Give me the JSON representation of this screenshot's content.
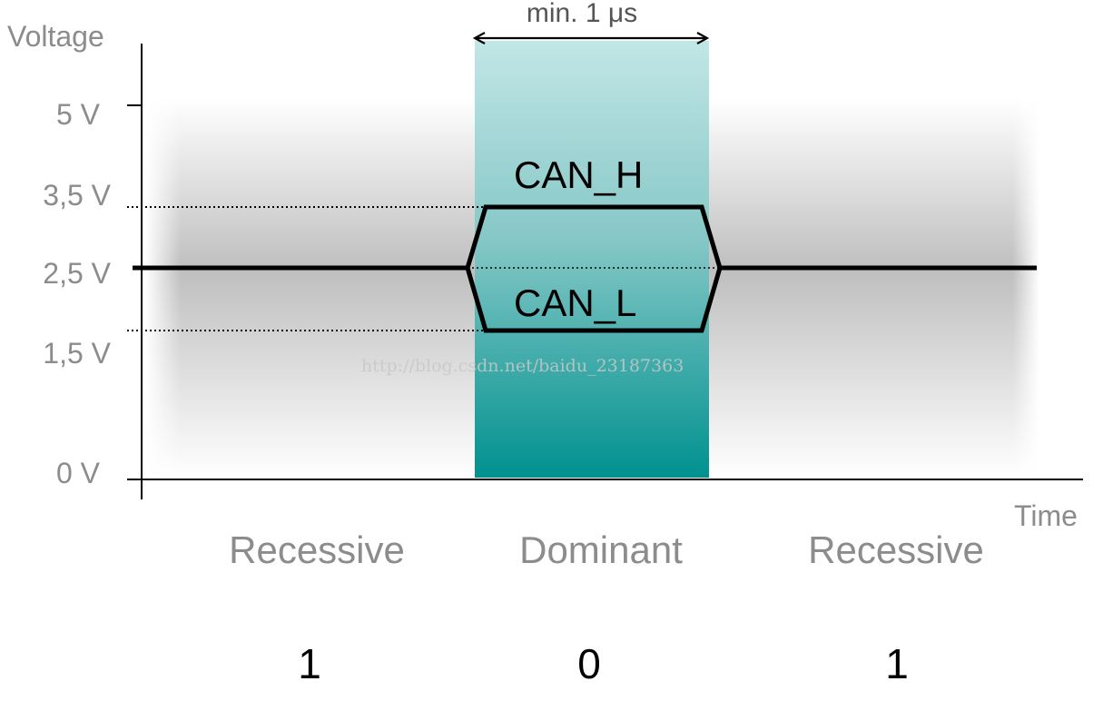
{
  "y_axis_title": "Voltage",
  "x_axis_title": "Time",
  "y_ticks": [
    "5 V",
    "3,5 V",
    "2,5 V",
    "1,5 V",
    "0 V"
  ],
  "duration_label": "min. 1 μs",
  "signals": {
    "high": "CAN_H",
    "low": "CAN_L"
  },
  "states": [
    "Recessive",
    "Dominant",
    "Recessive"
  ],
  "bits": [
    "1",
    "0",
    "1"
  ],
  "watermark": "http://blog.csdn.net/baidu_23187363",
  "colors": {
    "dominant_band_top": "#c2e6e6",
    "dominant_band_bottom": "#00918f",
    "background_band": "#c4c4c4",
    "signal_line": "#000000",
    "label_gray": "#8c8c8c"
  }
}
